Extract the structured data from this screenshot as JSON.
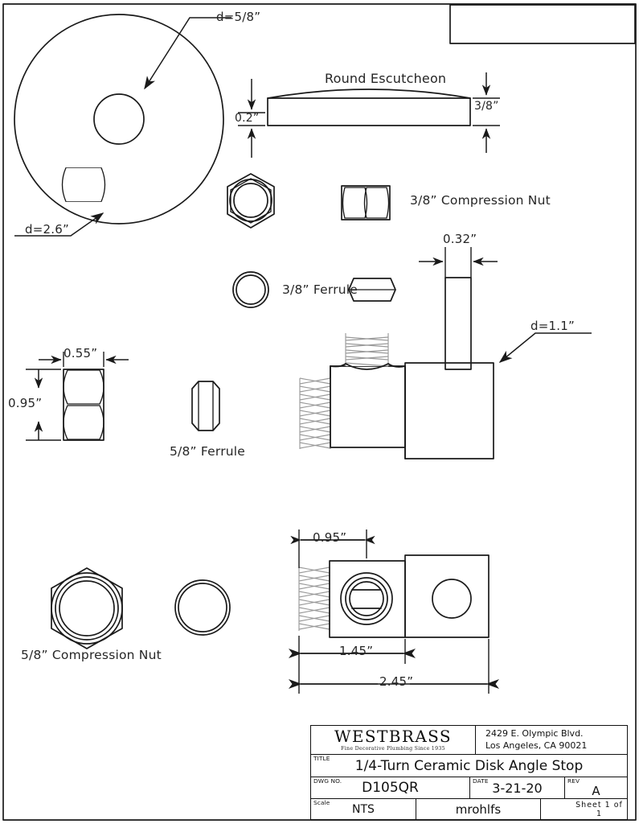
{
  "sheet": {
    "border": "drawing-frame",
    "background": "#ffffff",
    "line_color": "#1a1a1a",
    "thread_color": "#9a9a9a"
  },
  "annotations": {
    "escutcheon_hole_dia": "d=5/8”",
    "escutcheon_outer_dia": "d=2.6”",
    "escutcheon_title": "Round Escutcheon",
    "escutcheon_flat_thk": "0.2”",
    "escutcheon_edge_thk": "3/8”",
    "compression_nut_38": "3/8” Compression Nut",
    "ferrule_38": "3/8” Ferrule",
    "stem_width": "0.32”",
    "body_dia": "d=1.1”",
    "nut_width": "0.55”",
    "nut_height": "0.95”",
    "ferrule_58": "5/8” Ferrule",
    "compression_nut_58": "5/8” Compression Nut",
    "inlet_len": "0.95”",
    "mid_len": "1.45”",
    "total_len": "2.45”"
  },
  "titleblock": {
    "company": "WESTBRASS",
    "tagline": "Fine Decorative Plumbing Since 1935",
    "address_line1": "2429 E. Olympic Blvd.",
    "address_line2": "Los Angeles, CA 90021",
    "title_tag": "TITLE",
    "title_value": "1/4-Turn Ceramic Disk Angle Stop",
    "dwgno_tag": "DWG NO.",
    "dwgno_value": "D105QR",
    "date_tag": "DATE",
    "date_value": "3-21-20",
    "rev_tag": "REV",
    "rev_value": "A",
    "scale_tag": "Scale",
    "scale_value": "NTS",
    "author_value": "mrohlfs",
    "sheet_value": "Sheet      1    of    1"
  }
}
